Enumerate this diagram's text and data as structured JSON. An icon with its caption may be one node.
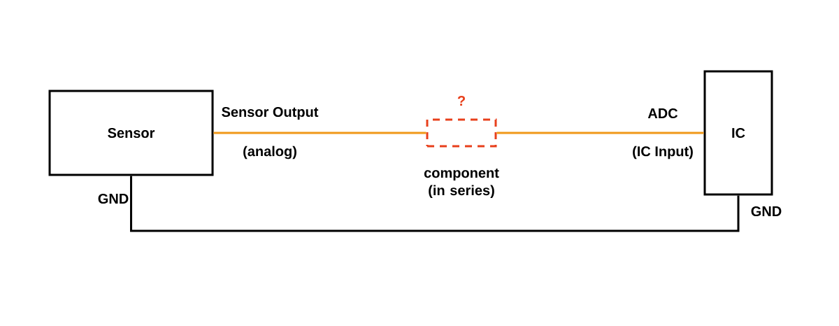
{
  "diagram": {
    "nodes": [
      {
        "text": [
          "Sensor"
        ]
      },
      {
        "text": [
          "?"
        ],
        "beside": [
          "component (in series)"
        ]
      },
      {
        "text": [
          "IC"
        ]
      }
    ],
    "edges": [
      {
        "from": 0,
        "to": 1,
        "arrow": "none"
      },
      {
        "from": 1,
        "to": 2,
        "arrow": "none"
      },
      {
        "from": 0,
        "to": 2,
        "arrow": "none",
        "color": "#000000"
      }
    ],
    "labels": [
      "Sensor Output",
      "ADC",
      "(analog)",
      "(IC Input)",
      "GND",
      "GND"
    ]
  }
}
